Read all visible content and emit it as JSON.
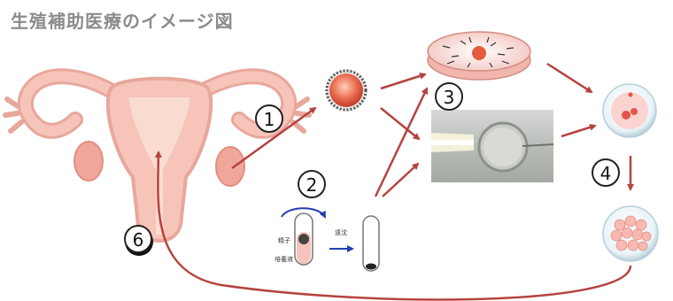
{
  "title": "生殖補助医療のイメージ図",
  "steps": {
    "s1": "1",
    "s2": "2",
    "s3": "3",
    "s4": "4",
    "s6": "6"
  },
  "tube_labels": {
    "sperm": "精子",
    "medium": "培養液",
    "centrifuge": "遠沈"
  },
  "colors": {
    "arrow": "#b5433f",
    "uterus_fill": "#f6c4b8",
    "uterus_inner": "#f9d8c9",
    "uterus_stroke": "#e8a79c",
    "title": "#8c8c8c"
  }
}
